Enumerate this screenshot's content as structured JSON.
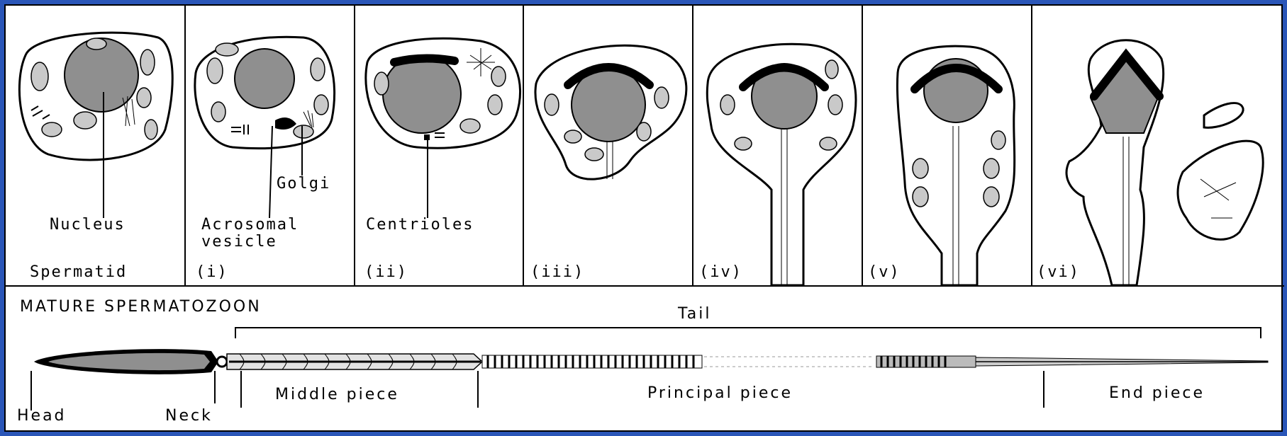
{
  "colors": {
    "background": "#2a56b8",
    "panel": "#ffffff",
    "nucleus": "#8f8f8f",
    "mitochondria": "#c9c9c9",
    "ink": "#000000"
  },
  "stages": [
    {
      "id": "spermatid",
      "label": "Spermatid"
    },
    {
      "id": "i",
      "label": "(i)"
    },
    {
      "id": "ii",
      "label": "(ii)"
    },
    {
      "id": "iii",
      "label": "(iii)"
    },
    {
      "id": "iv",
      "label": "(iv)"
    },
    {
      "id": "v",
      "label": "(v)"
    },
    {
      "id": "vi",
      "label": "(vi)"
    }
  ],
  "callouts": {
    "nucleus": "Nucleus",
    "golgi": "Golgi",
    "acrosomal_line1": "Acrosomal",
    "acrosomal_line2": "vesicle",
    "centrioles": "Centrioles"
  },
  "mature": {
    "title": "MATURE SPERMATOZOON",
    "tail": "Tail",
    "head": "Head",
    "neck": "Neck",
    "middle_piece": "Middle piece",
    "principal_piece": "Principal piece",
    "end_piece": "End piece"
  }
}
